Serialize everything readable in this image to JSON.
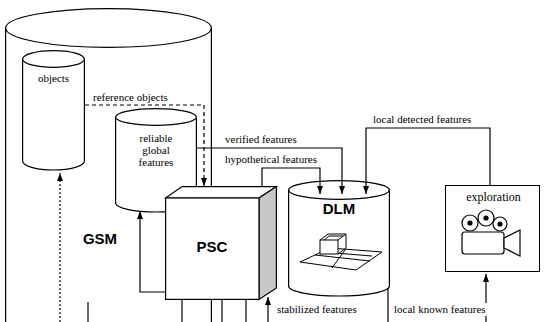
{
  "diagram": {
    "nodes": [
      {
        "text": [
          "GSM"
        ]
      },
      {
        "text": [
          "objects"
        ],
        "in": 0
      },
      {
        "text": [
          "reliable global features"
        ],
        "in": 0
      },
      {
        "text": [
          "PSC"
        ]
      },
      {
        "text": [
          "DLM"
        ]
      },
      {
        "text": [
          "exploration"
        ]
      }
    ],
    "edges": [
      {
        "from": 1,
        "to": 3,
        "arrow": "to",
        "label": "reference objects"
      },
      {
        "from": 2,
        "to": 4,
        "arrow": "to",
        "label": "verified features"
      },
      {
        "from": 3,
        "to": 4,
        "arrow": "to",
        "label": "hypothetical features"
      },
      {
        "from": 5,
        "to": 4,
        "arrow": "to",
        "label": "local detected features"
      },
      {
        "from": 3,
        "to": 2,
        "arrow": "to"
      }
    ],
    "labels": [
      "stabilized features",
      "local known features"
    ]
  }
}
